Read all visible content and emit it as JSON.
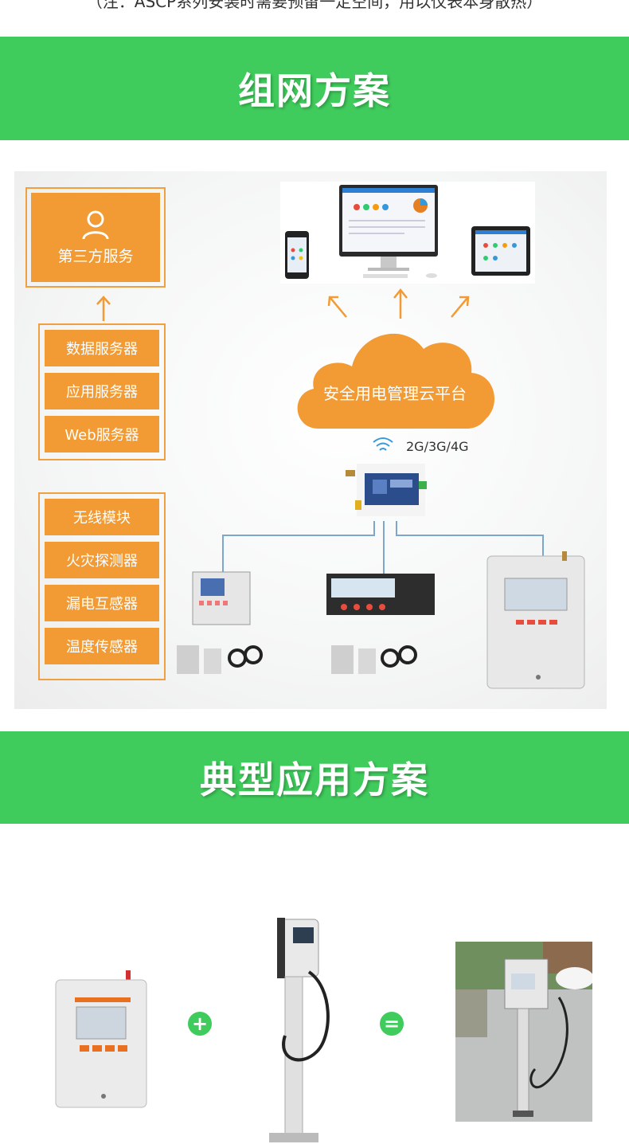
{
  "note": "（注：ASCP系列安装时需要预留一定空间，用以仪表本身散热）",
  "section1": {
    "title": "组网方案"
  },
  "diagram": {
    "third_party": "第三方服务",
    "servers": [
      "数据服务器",
      "应用服务器",
      "Web服务器"
    ],
    "devices": [
      "无线模块",
      "火灾探测器",
      "漏电互感器",
      "温度传感器"
    ],
    "cloud": "安全用电管理云平台",
    "network": "2G/3G/4G"
  },
  "section2": {
    "title": "典型应用方案"
  },
  "colors": {
    "banner": "#3fcc5c",
    "orange": "#f29a33"
  }
}
